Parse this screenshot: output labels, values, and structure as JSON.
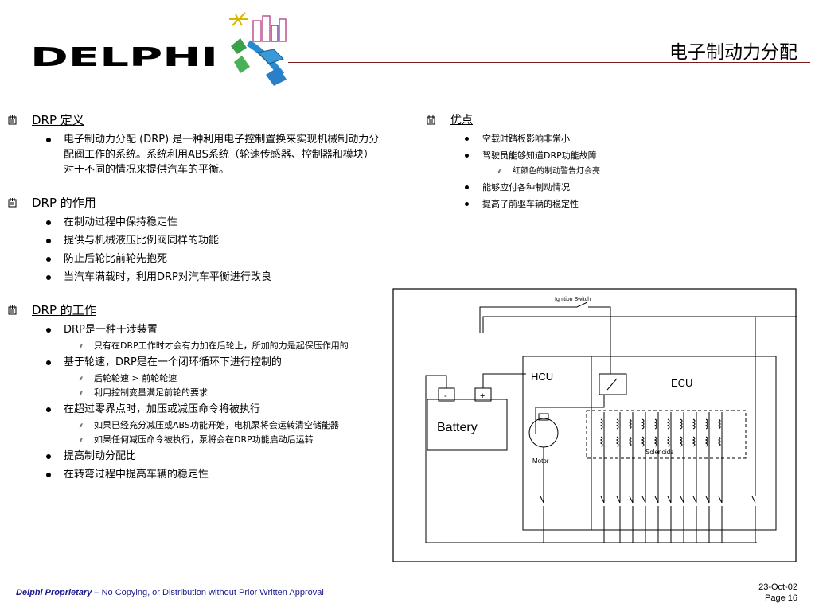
{
  "header": {
    "logo_text": "DELPHI",
    "title": "电子制动力分配"
  },
  "left": {
    "sections": [
      {
        "heading": "DRP 定义",
        "items": [
          {
            "text": "电子制动力分配 (DRP) 是一种利用电子控制置换来实现机械制动力分配阀工作的系统。系统利用ABS系统（轮速传感器、控制器和模块）对于不同的情况来提供汽车的平衡。",
            "sub": []
          }
        ]
      },
      {
        "heading": "DRP 的作用",
        "items": [
          {
            "text": "在制动过程中保持稳定性",
            "sub": []
          },
          {
            "text": "提供与机械液压比例阀同样的功能",
            "sub": []
          },
          {
            "text": "防止后轮比前轮先抱死",
            "sub": []
          },
          {
            "text": "当汽车满载时，利用DRP对汽车平衡进行改良",
            "sub": []
          }
        ]
      },
      {
        "heading": "DRP 的工作",
        "items": [
          {
            "text": "DRP是一种干涉装置",
            "sub": [
              "只有在DRP工作时才会有力加在后轮上，所加的力是起保压作用的"
            ]
          },
          {
            "text": "基于轮速，DRP是在一个闭环循环下进行控制的",
            "sub": [
              "后轮轮速 > 前轮轮速",
              "利用控制变量满足前轮的要求"
            ]
          },
          {
            "text": "在超过零界点时，加压或减压命令将被执行",
            "sub": [
              "如果已经充分减压或ABS功能开始，电机泵将会运转清空储能器",
              "如果任何减压命令被执行，泵将会在DRP功能启动后运转"
            ]
          },
          {
            "text": "提高制动分配比",
            "sub": []
          },
          {
            "text": "在转弯过程中提高车辆的稳定性",
            "sub": []
          }
        ]
      }
    ]
  },
  "right": {
    "heading": "优点",
    "items": [
      {
        "text": "空载时踏板影响非常小",
        "sub": []
      },
      {
        "text": "驾驶员能够知道DRP功能故障",
        "sub": [
          "红颜色的制动警告灯会亮"
        ]
      },
      {
        "text": "能够应付各种制动情况",
        "sub": []
      },
      {
        "text": "提高了前驱车辆的稳定性",
        "sub": []
      }
    ]
  },
  "diagram": {
    "ignition_label": "Ignition Switch",
    "hcu_label": "HCU",
    "ecu_label": "ECU",
    "battery_label": "Battery",
    "neg_label": "-",
    "pos_label": "+",
    "motor_label": "Motor",
    "solenoids_label": "Solenoids"
  },
  "footer": {
    "proprietary": "Delphi Proprietary",
    "notice": " – No Copying, or Distribution without Prior Written Approval",
    "date": "23-Oct-02",
    "page": "Page 16"
  },
  "colors": {
    "title_rule": "#7a1c1c",
    "footer_text": "#1a1a8c"
  }
}
